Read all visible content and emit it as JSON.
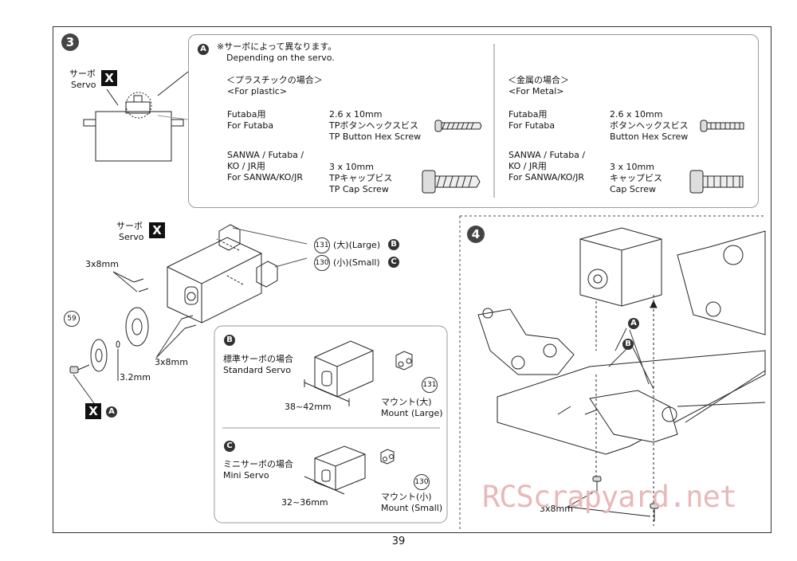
{
  "page_number": "39",
  "watermark": "RCScrapyard.net",
  "step3": {
    "number": "3",
    "servo_jp": "サーボ",
    "servo_en": "Servo",
    "x_mark": "X",
    "note": {
      "label": "A",
      "jp": "※サーボによって異なります。",
      "en": "Depending on the servo."
    },
    "plastic": {
      "head_jp": "＜プラスチックの場合＞",
      "head_en": "<For plastic>",
      "futaba_jp": "Futaba用",
      "futaba_en": "For Futaba",
      "futaba_size": "2.6 x 10mm",
      "futaba_jpname": "TPボタンヘックスビス",
      "futaba_enname": "TP Button Hex Screw",
      "sanwa_jp1": "SANWA / Futaba /",
      "sanwa_jp2": "KO / JR用",
      "sanwa_en": "For SANWA/KO/JR",
      "sanwa_size": "3 x 10mm",
      "sanwa_jpname": "TPキャップビス",
      "sanwa_enname": "TP Cap Screw"
    },
    "metal": {
      "head_jp": "＜金属の場合＞",
      "head_en": "<For Metal>",
      "futaba_jp": "Futaba用",
      "futaba_en": "For Futaba",
      "futaba_size": "2.6 x 10mm",
      "futaba_jpname": "ボタンヘックスビス",
      "futaba_enname": "Button Hex Screw",
      "sanwa_jp1": "SANWA / Futaba /",
      "sanwa_jp2": "KO / JR用",
      "sanwa_en": "For SANWA/KO/JR",
      "sanwa_size": "3 x 10mm",
      "sanwa_jpname": "キャップビス",
      "sanwa_enname": "Cap Screw"
    },
    "assembly": {
      "servo_jp": "サーボ",
      "servo_en": "Servo",
      "x_mark": "X",
      "screw_top": "3x8mm",
      "screw_bottom": "3x8mm",
      "washer": "3.2mm",
      "part_59": "59",
      "part_131": "131",
      "part_131_text": "(大)(Large)",
      "part_131_label": "B",
      "part_130": "130",
      "part_130_text": "(小)(Small)",
      "part_130_label": "C",
      "x_bottom": "X",
      "a_bottom": "A"
    },
    "box_b": {
      "label": "B",
      "jp": "標準サーボの場合",
      "en": "Standard Servo",
      "size": "38~42mm",
      "part": "131",
      "mount_jp": "マウント(大)",
      "mount_en": "Mount (Large)"
    },
    "box_c": {
      "label": "C",
      "jp": "ミニサーボの場合",
      "en": "Mini Servo",
      "size": "32~36mm",
      "part": "130",
      "mount_jp": "マウント(小)",
      "mount_en": "Mount (Small)"
    }
  },
  "step4": {
    "number": "4",
    "label_a": "A",
    "label_b": "B",
    "screw": "3x8mm"
  }
}
